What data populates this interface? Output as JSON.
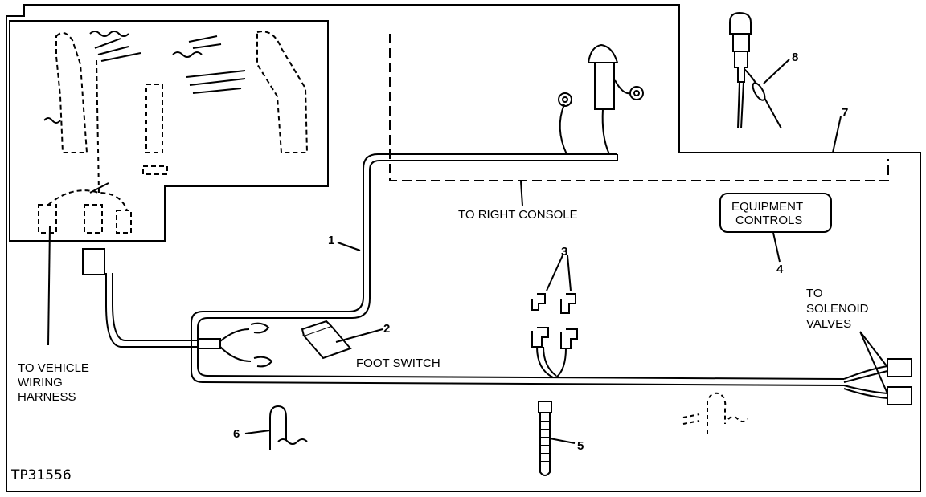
{
  "labels": {
    "to_vehicle_1": "TO VEHICLE",
    "to_vehicle_2": "WIRING",
    "to_vehicle_3": "HARNESS",
    "to_right_console": "TO RIGHT CONSOLE",
    "equipment_1": "EQUIPMENT",
    "equipment_2": "CONTROLS",
    "foot_switch": "FOOT SWITCH",
    "to_solenoid_1": "TO",
    "to_solenoid_2": "SOLENOID",
    "to_solenoid_3": "VALVES",
    "figure_id": "TP31556"
  },
  "callouts": {
    "c1": "1",
    "c2": "2",
    "c3": "3",
    "c4": "4",
    "c5": "5",
    "c6": "6",
    "c7": "7",
    "c8": "8"
  }
}
